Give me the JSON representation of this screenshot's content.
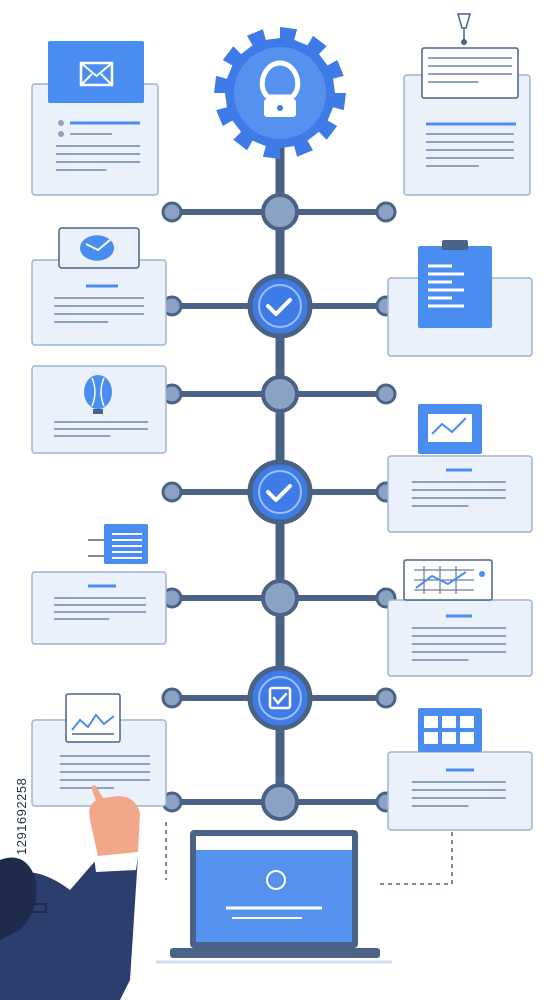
{
  "watermark": {
    "stock_id": "1291692258"
  },
  "colors": {
    "spine": "#4a6285",
    "node_gray": "#8aa3c4",
    "node_blue": "#3f7be6",
    "card_fill": "#eaf1fb",
    "card_stroke": "#9fb4d1",
    "accent": "#4a8df0",
    "text_line": "#8ea2be",
    "suit": "#2c3e6e",
    "skin": "#f3a78a"
  },
  "diagram": {
    "hub_icon": "lightbulb-gear-icon",
    "nodes": [
      {
        "kind": "plain"
      },
      {
        "kind": "check",
        "icon": "checkmark-icon"
      },
      {
        "kind": "plain"
      },
      {
        "kind": "check",
        "icon": "checkmark-icon"
      },
      {
        "kind": "plain"
      },
      {
        "kind": "doc-check",
        "icon": "document-check-icon"
      },
      {
        "kind": "plain"
      }
    ],
    "left_cards": [
      {
        "icon": "envelope-icon"
      },
      {
        "icon": "chart-card-icon"
      },
      {
        "icon": "hot-air-balloon-icon"
      },
      {
        "icon": "list-document-icon"
      },
      {
        "icon": "line-chart-icon"
      }
    ],
    "right_cards": [
      {
        "icon": "pin-note-icon"
      },
      {
        "icon": "clipboard-icon"
      },
      {
        "icon": "trend-chart-icon"
      },
      {
        "icon": "circuit-chart-icon"
      },
      {
        "icon": "grid-blocks-icon"
      }
    ],
    "footer_device": "laptop-icon",
    "person": "businessman-pointing"
  }
}
